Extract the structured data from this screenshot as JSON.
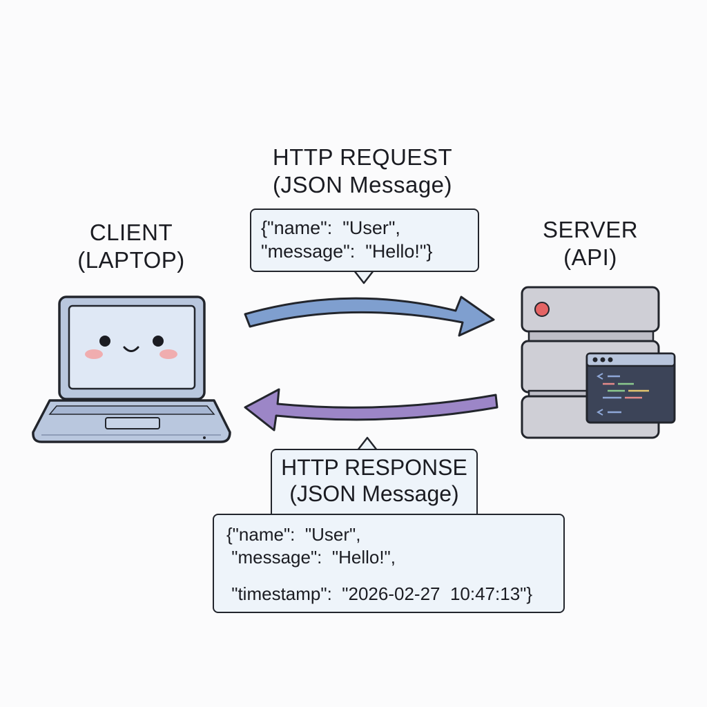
{
  "client": {
    "title": "CLIENT",
    "subtitle": "(LAPTOP)"
  },
  "server": {
    "title": "SERVER",
    "subtitle": "(API)"
  },
  "request": {
    "title": "HTTP REQUEST",
    "subtitle": "(JSON Message)",
    "body_lines": [
      "{\"name\":  \"User\",",
      "\"message\":  \"Hello!\"}"
    ]
  },
  "response": {
    "title": "HTTP RESPONSE",
    "subtitle": "(JSON Message)",
    "body_lines": [
      "{\"name\":  \"User\",",
      " \"message\":  \"Hello!\",",
      " \"timestamp\":  \"2026-02-27  10:47:13\"}"
    ]
  },
  "colors": {
    "request_arrow": "#7f9fcf",
    "response_arrow": "#9c86c7",
    "bubble_fill": "#eef4fa",
    "laptop_body": "#b9c7de",
    "server_body": "#cfcfd6",
    "led": "#e46464"
  },
  "icons": [
    "laptop-icon",
    "smiley-face-icon",
    "server-icon",
    "code-window-icon"
  ]
}
